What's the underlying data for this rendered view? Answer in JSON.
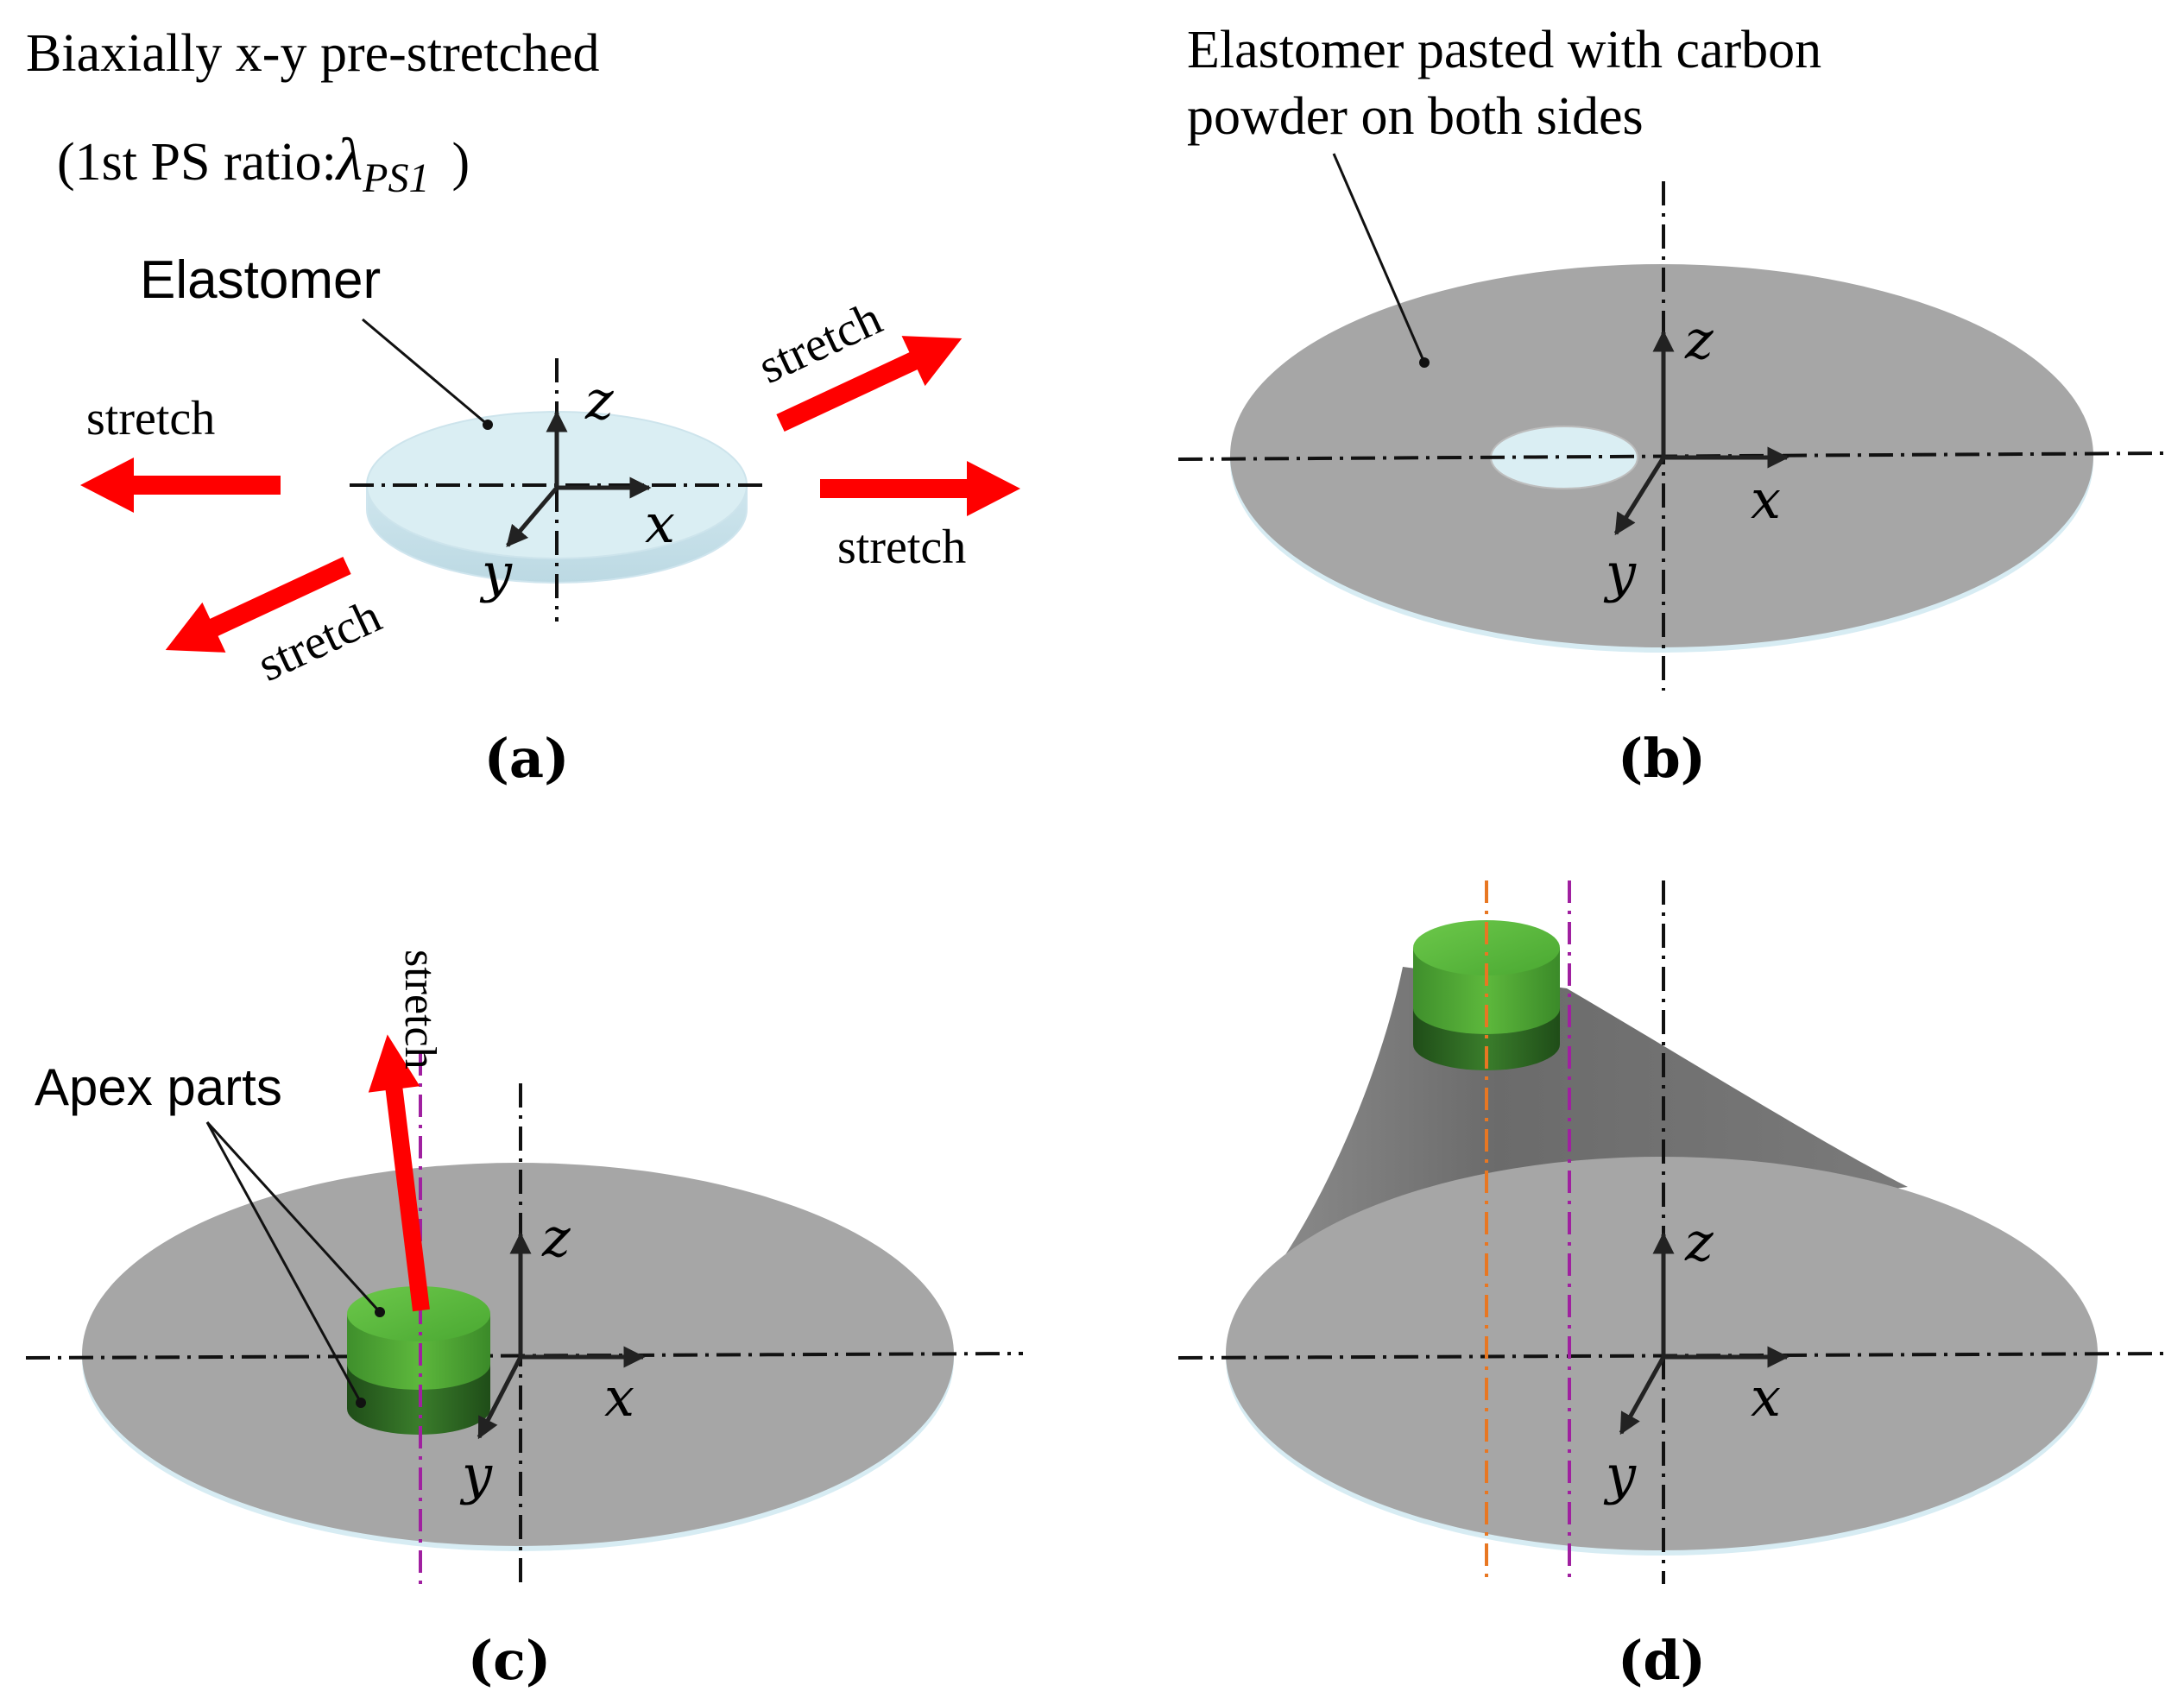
{
  "panel_a": {
    "title_line1": "Biaxially x-y pre-stretched",
    "title_line2_prefix": "(1st PS ratio:",
    "title_symbol": "λ",
    "title_subscript": "PS1",
    "title_line2_suffix": ")",
    "elastomer_label": "Elastomer",
    "stretch_left": "stretch",
    "stretch_right": "stretch",
    "stretch_upper_right": "stretch",
    "stretch_lower_left": "stretch",
    "axis_x": "x",
    "axis_y": "y",
    "axis_z": "z",
    "caption": "(a)"
  },
  "panel_b": {
    "label_line1": "Elastomer pasted with carbon",
    "label_line2": "powder on both sides",
    "axis_x": "x",
    "axis_y": "y",
    "axis_z": "z",
    "caption": "(b)"
  },
  "panel_c": {
    "apex_label": "Apex parts",
    "stretch_label": "stretch",
    "axis_x": "x",
    "axis_y": "y",
    "axis_z": "z",
    "caption": "(c)"
  },
  "panel_d": {
    "axis_x": "x",
    "axis_y": "y",
    "axis_z": "z",
    "caption": "(d)"
  },
  "colors": {
    "stretch_arrow": "#ff0000",
    "elastomer_disc": "#daeef3",
    "carbon_membrane": "#a6a6a6",
    "apex_green": "#5ab53a",
    "apex_dark_green": "#2e6b22",
    "orange_line": "#e87722",
    "purple_line": "#a020a0"
  }
}
